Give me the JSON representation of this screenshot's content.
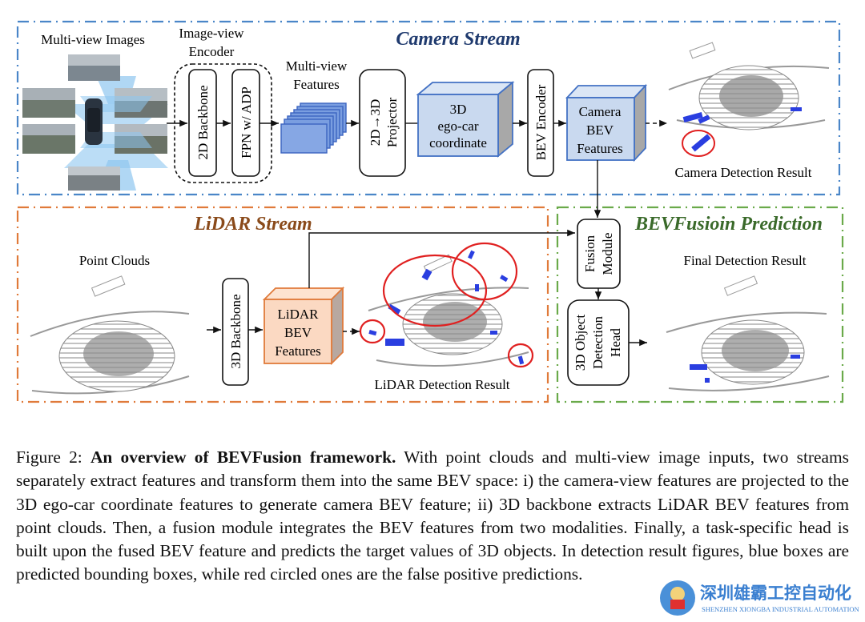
{
  "figure": {
    "sections": {
      "camera": {
        "title": "Camera Stream",
        "color": "#4a86c8",
        "title_color": "#1f3a6e"
      },
      "lidar": {
        "title": "LiDAR Stream",
        "color": "#e07a3a",
        "title_color": "#8a4a1a"
      },
      "fusion": {
        "title": "BEVFusioin Prediction",
        "color": "#6aaa4a",
        "title_color": "#3a6a2a"
      }
    },
    "camera_stream": {
      "multiview_images_label": "Multi-view Images",
      "encoder_label_line1": "Image-view",
      "encoder_label_line2": "Encoder",
      "backbone_2d": "2D Backbone",
      "fpn": "FPN w/ ADP",
      "features_label_line1": "Multi-view",
      "features_label_line2": "Features",
      "projector_line1": "2D→3D",
      "projector_line2": "Projector",
      "ego_line1": "3D",
      "ego_line2": "ego-car",
      "ego_line3": "coordinate",
      "bev_encoder": "BEV Encoder",
      "cam_bev_line1": "Camera",
      "cam_bev_line2": "BEV",
      "cam_bev_line3": "Features",
      "result_label": "Camera Detection Result"
    },
    "lidar_stream": {
      "point_clouds_label": "Point Clouds",
      "backbone_3d": "3D Backbone",
      "lidar_bev_line1": "LiDAR",
      "lidar_bev_line2": "BEV",
      "lidar_bev_line3": "Features",
      "result_label": "LiDAR Detection Result"
    },
    "fusion_stream": {
      "fusion_line1": "Fusion",
      "fusion_line2": "Module",
      "head_line1": "3D Object",
      "head_line2": "Detection",
      "head_line3": "Head",
      "result_label": "Final Detection Result"
    },
    "colors": {
      "box_fill_blue": "#c9d9ef",
      "box_stroke_blue": "#4472c4",
      "box_fill_orange": "#fbd9c2",
      "box_stroke_orange": "#e07a3a",
      "detection_box": "#2a3ee0",
      "false_positive_circle": "#e02020",
      "point_cloud": "#8a8a8a"
    }
  },
  "caption": {
    "prefix": "Figure 2: ",
    "bold": "An overview of BEVFusion framework.",
    "body": " With point clouds and multi-view image inputs, two streams separately extract features and transform them into the same BEV space: i) the camera-view features are projected to the 3D ego-car coordinate features to generate camera BEV feature; ii) 3D backbone extracts LiDAR BEV features from point clouds. Then, a fusion module integrates the BEV features from two modalities. Finally, a task-specific head is built upon the fused BEV feature and predicts the target values of 3D objects. In detection result figures, blue boxes are predicted bounding boxes, while red circled ones are the false positive predictions."
  },
  "watermark": {
    "chinese": "深圳雄霸工控自动化",
    "english": "SHENZHEN XIONGBA INDUSTRIAL AUTOMATION"
  }
}
